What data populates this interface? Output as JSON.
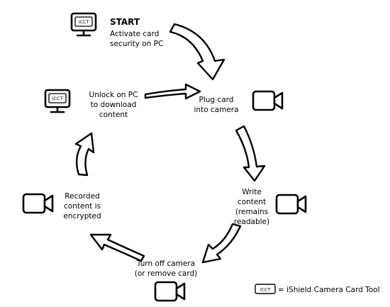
{
  "steps": {
    "start": {
      "title": "START",
      "line1": "Activate card",
      "line2": "security on PC"
    },
    "plug": {
      "line1": "Plug card",
      "line2": "into camera"
    },
    "write": {
      "line1": "Write",
      "line2": "content",
      "line3": "(remains",
      "line4": "readable)"
    },
    "turnoff": {
      "line1": "Turn off camera",
      "line2": "(or remove card)"
    },
    "encrypted": {
      "line1": "Recorded",
      "line2": "content is",
      "line3": "encrypted"
    },
    "unlock": {
      "line1": "Unlock on PC",
      "line2": "to download",
      "line3": "content"
    }
  },
  "badge_label": "iCCT",
  "legend": {
    "badge": "iCCT",
    "text": "= iShield Camera Card Tool"
  },
  "icons": {
    "pc": "monitor-icon",
    "camera": "video-camera-icon",
    "flow": "curved-arrow-icon"
  },
  "colors": {
    "stroke": "#000000",
    "fill": "#ffffff"
  }
}
